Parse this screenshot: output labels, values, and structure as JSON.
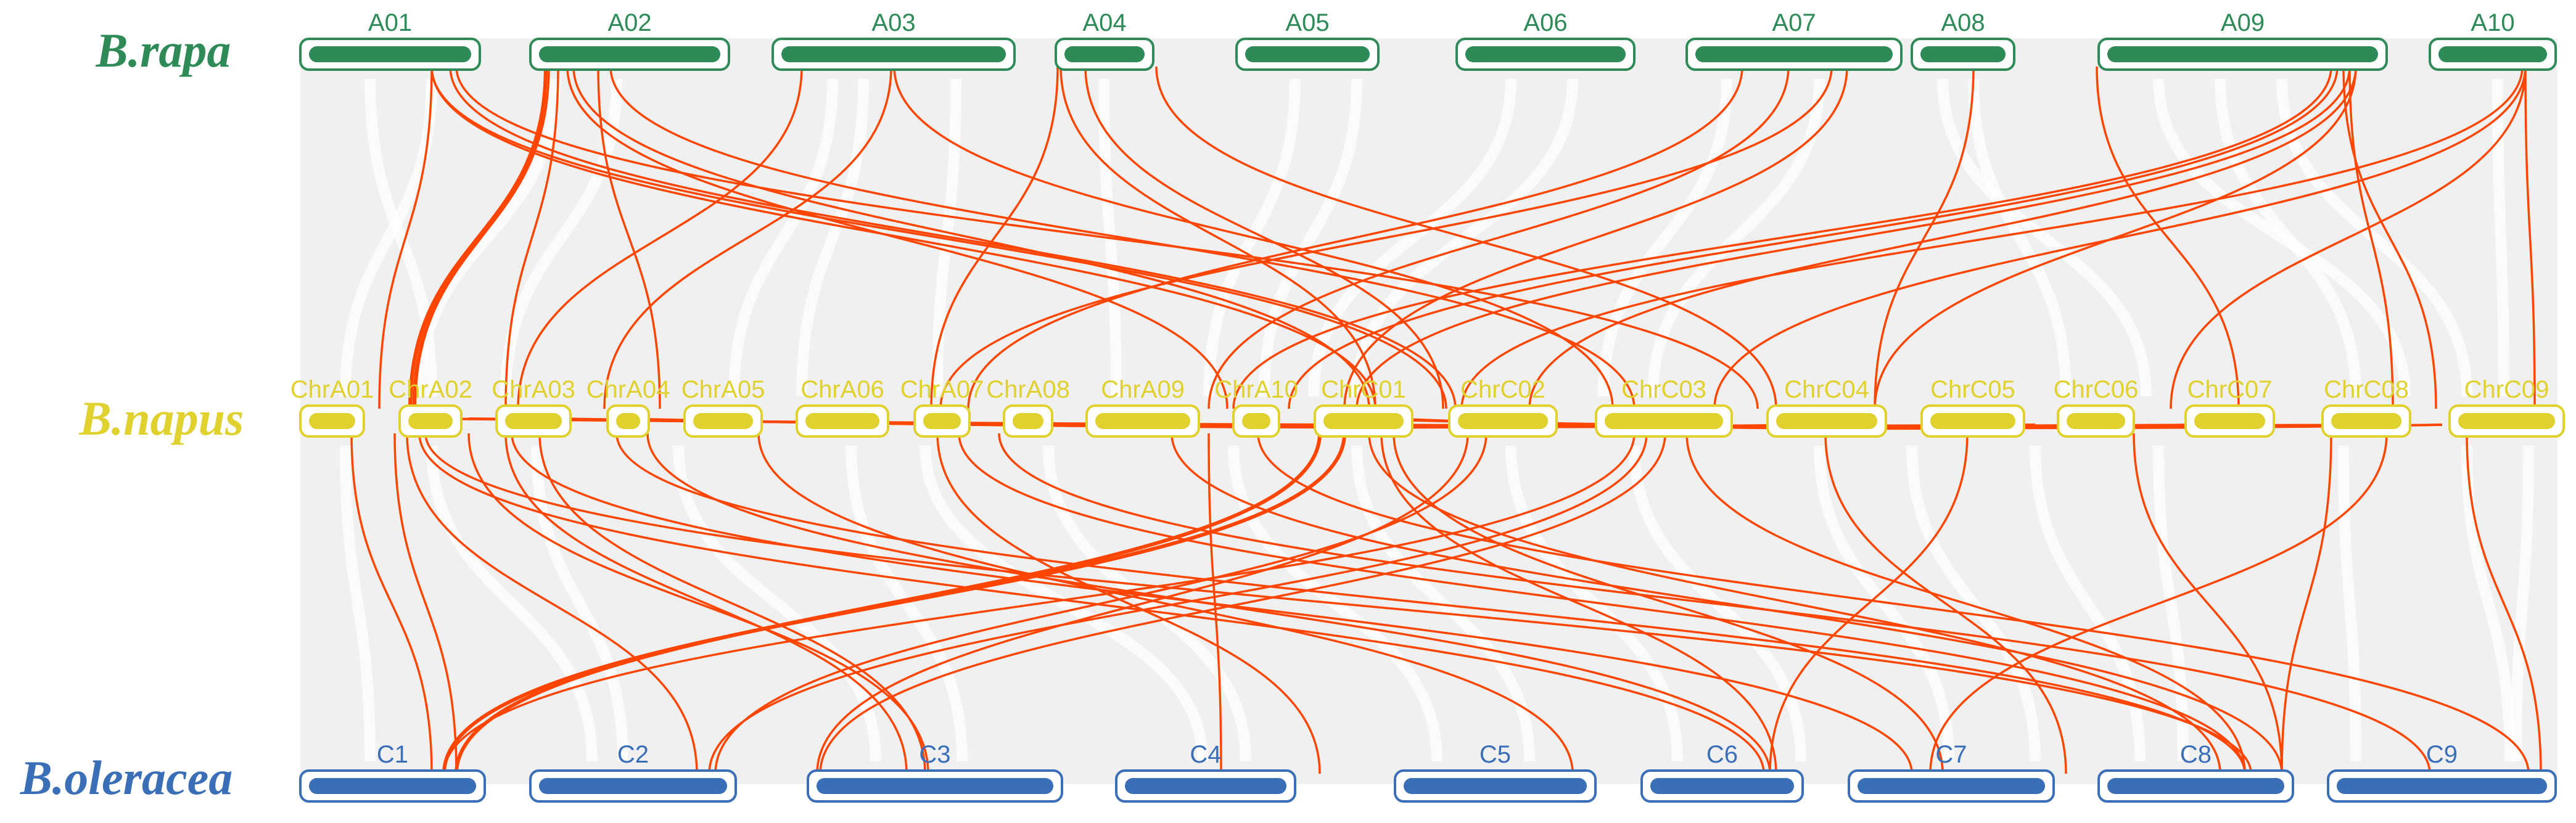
{
  "species": [
    {
      "id": "rapa",
      "name": "B.rapa",
      "color": "#2e8b57"
    },
    {
      "id": "napus",
      "name": "B.napus",
      "color": "#e0d12e"
    },
    {
      "id": "oleracea",
      "name": "B.oleracea",
      "color": "#3a6fb8"
    }
  ],
  "chromosomes": {
    "rapa": [
      "A01",
      "A02",
      "A03",
      "A04",
      "A05",
      "A06",
      "A07",
      "A08",
      "A09",
      "A10"
    ],
    "napus": [
      "ChrA01",
      "ChrA02",
      "ChrA03",
      "ChrA04",
      "ChrA05",
      "ChrA06",
      "ChrA07",
      "ChrA08",
      "ChrA09",
      "ChrA10",
      "ChrC01",
      "ChrC02",
      "ChrC03",
      "ChrC04",
      "ChrC05",
      "ChrC06",
      "ChrC07",
      "ChrC08",
      "ChrC09"
    ],
    "oleracea": [
      "C1",
      "C2",
      "C3",
      "C4",
      "C5",
      "C6",
      "C7",
      "C8",
      "C9"
    ]
  },
  "style": {
    "link_color": "#ff4500",
    "background_color": "#f0f0f0",
    "background_link_color": "#ffffff"
  }
}
